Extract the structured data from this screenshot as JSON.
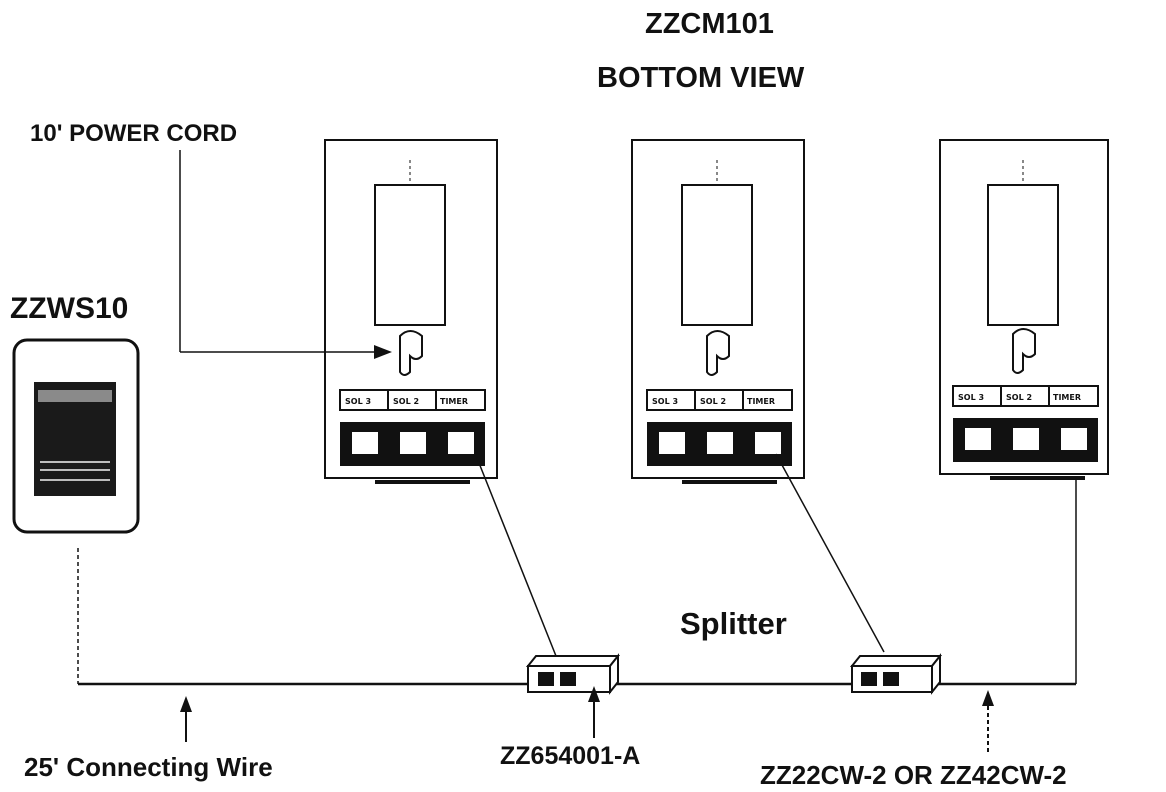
{
  "title": {
    "line1": "ZZCM101",
    "line2": "BOTTOM VIEW"
  },
  "labels": {
    "power_cord": "10' POWER CORD",
    "wall_switch": "ZZWS10",
    "splitter": "Splitter",
    "connecting_wire": "25' Connecting Wire",
    "splitter_part": "ZZ654001-A",
    "cable_part": "ZZ22CW-2 OR ZZ42CW-2"
  },
  "module": {
    "port_labels": [
      "SOL 3",
      "SOL 2",
      "TIMER"
    ]
  }
}
